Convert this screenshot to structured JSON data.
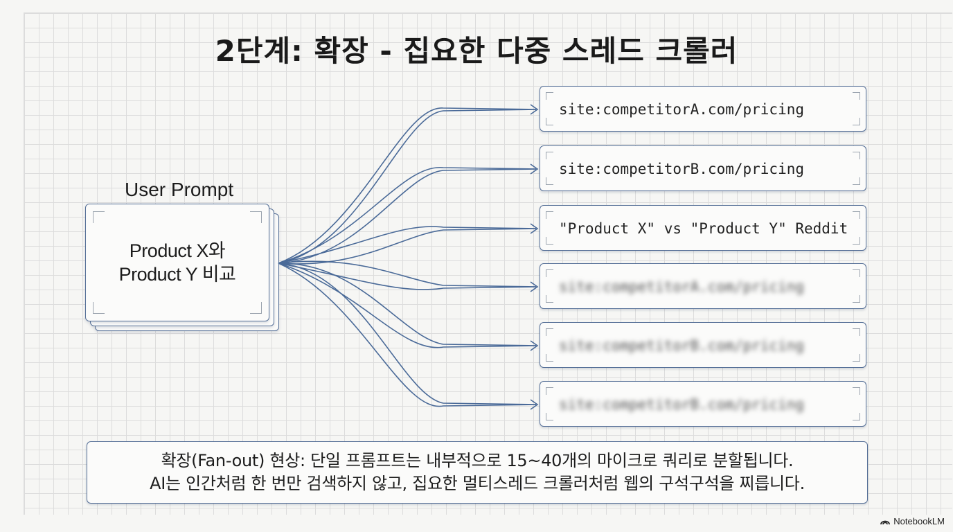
{
  "title": "2단계: 확장 - 집요한 다중 스레드 크롤러",
  "prompt": {
    "label": "User Prompt",
    "line1": "Product X와",
    "line2": "Product Y 비교"
  },
  "queries": [
    {
      "text": "site:competitorA.com/pricing",
      "blurred": false
    },
    {
      "text": "site:competitorB.com/pricing",
      "blurred": false
    },
    {
      "text": "\"Product X\" vs \"Product Y\" Reddit",
      "blurred": false
    },
    {
      "text": "site:competitorA.com/pricing",
      "blurred": true
    },
    {
      "text": "site:competitorB.com/pricing",
      "blurred": true
    },
    {
      "text": "site:competitorB.com/pricing",
      "blurred": true
    }
  ],
  "caption": {
    "line1": "확장(Fan-out) 현상: 단일 프롬프트는 내부적으로 15~40개의 마이크로 쿼리로 분할됩니다.",
    "line2": "AI는 인간처럼 한 번만 검색하지 않고, 집요한 멀티스레드 크롤러처럼 웹의 구석구석을 찌릅니다."
  },
  "brand": {
    "label": "NotebookLM",
    "icon": "notebooklm-logo-icon"
  },
  "colors": {
    "accent": "#556f97",
    "line": "#4a6a98",
    "grid": "#dcdcdc"
  }
}
